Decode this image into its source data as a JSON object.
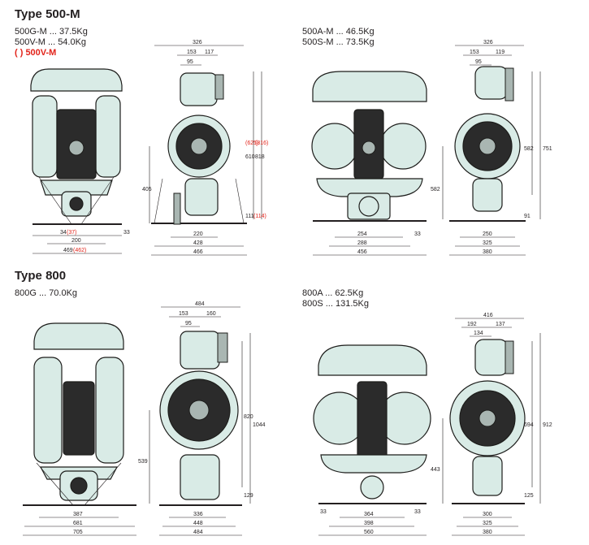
{
  "type500": {
    "title": "Type 500-M",
    "left_specs": [
      "500G-M ... 37.5Kg",
      "500V-M ... 54.0Kg"
    ],
    "left_red": "( ) 500V-M",
    "right_specs": [
      "500A-M ... 46.5Kg",
      "500S-M ... 73.5Kg"
    ],
    "dims": {
      "front1": [
        "34",
        "(37)",
        "200",
        "33",
        "469",
        "(462)"
      ],
      "side1": [
        "326",
        "153",
        "117",
        "95",
        "405",
        "610",
        "(625)",
        "818",
        "(816)",
        "111",
        "(114)",
        "220",
        "428",
        "466"
      ],
      "front2": [
        "254",
        "288",
        "456",
        "33"
      ],
      "side2": [
        "326",
        "153",
        "119",
        "95",
        "582",
        "751",
        "582",
        "91",
        "250",
        "325",
        "380"
      ]
    }
  },
  "type800": {
    "title": "Type 800",
    "left_specs": [
      "800G ... 70.0Kg"
    ],
    "right_specs": [
      "800A ... 62.5Kg",
      "800S ... 131.5Kg"
    ],
    "dims": {
      "front1": [
        "387",
        "681",
        "705"
      ],
      "side1": [
        "484",
        "153",
        "160",
        "95",
        "820",
        "1044",
        "539",
        "129",
        "336",
        "448",
        "484"
      ],
      "front2": [
        "33",
        "364",
        "398",
        "560",
        "33"
      ],
      "side2": [
        "416",
        "192",
        "137",
        "134",
        "694",
        "912",
        "443",
        "125",
        "300",
        "325",
        "380"
      ]
    }
  }
}
